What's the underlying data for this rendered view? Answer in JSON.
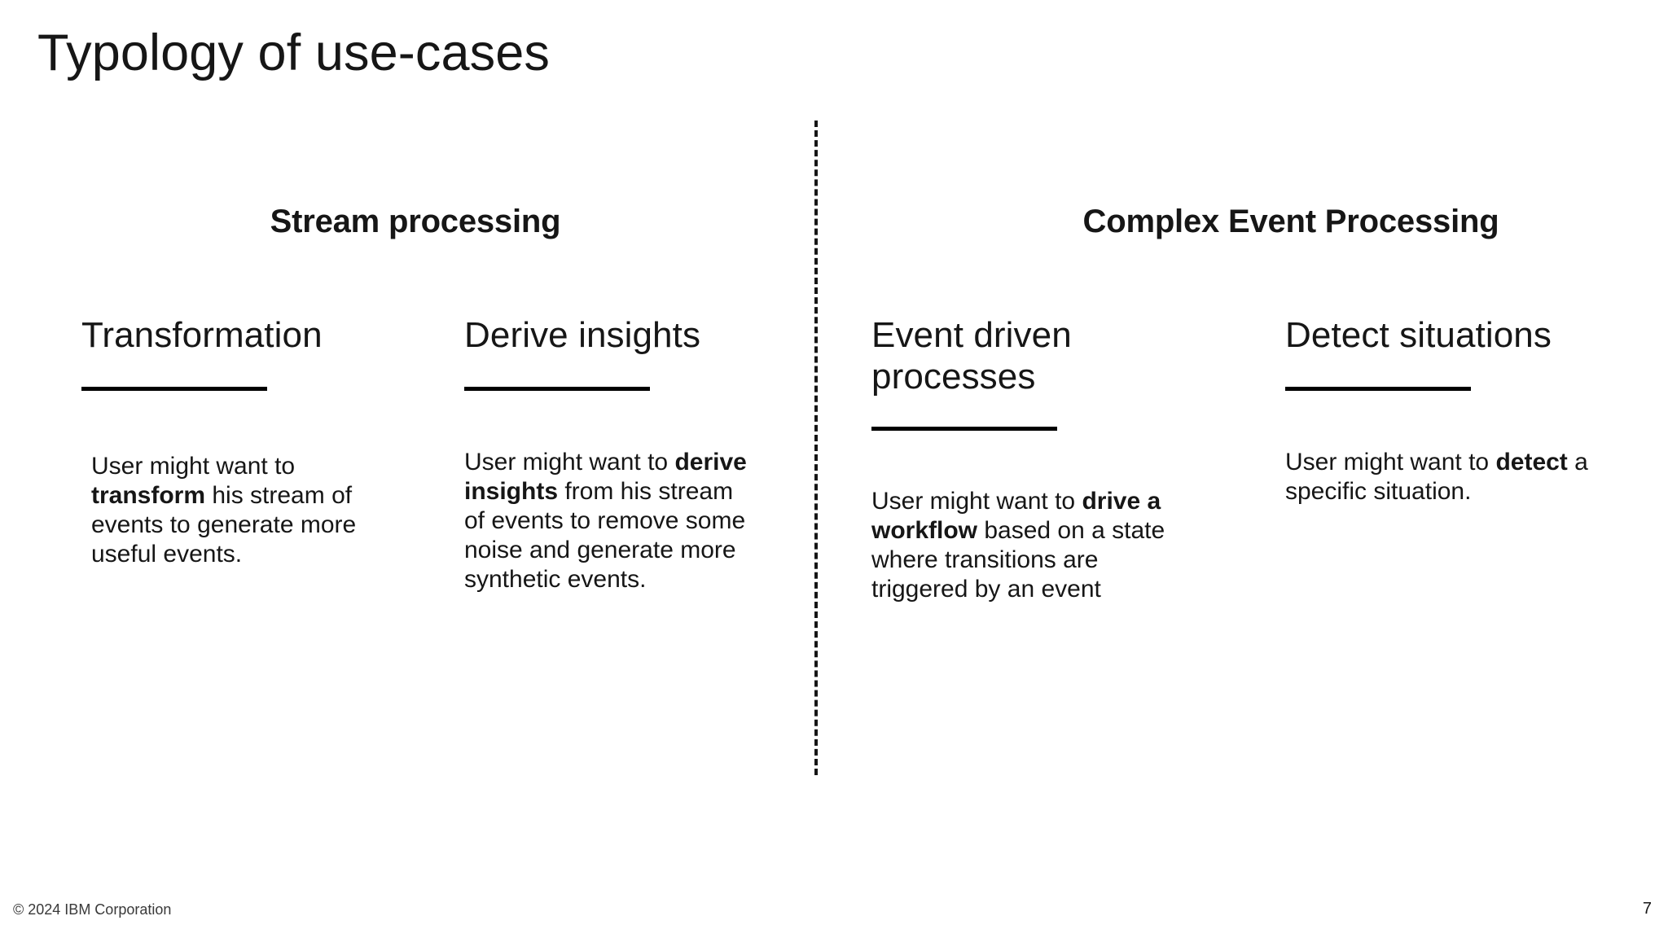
{
  "slide": {
    "title": "Typology of use-cases",
    "background_color": "#ffffff",
    "text_color": "#161616",
    "rule_color": "#000000"
  },
  "sections": [
    {
      "id": "stream-processing",
      "label": "Stream processing"
    },
    {
      "id": "complex-event-processing",
      "label": "Complex Event Processing"
    }
  ],
  "columns": [
    {
      "id": "transformation",
      "heading": "Transformation",
      "body_lead": "User might want to ",
      "body_keyword": "transform",
      "body_tail": " his stream of events to generate more useful events."
    },
    {
      "id": "derive-insights",
      "heading": "Derive insights",
      "body_lead": "User might want to ",
      "body_keyword": "derive insights",
      "body_tail": " from his stream of events to remove some noise and generate more synthetic events."
    },
    {
      "id": "event-driven-processes",
      "heading": "Event driven processes",
      "body_lead": "User might want to ",
      "body_keyword": "drive a workflow",
      "body_tail": " based on a state where transitions are triggered by an event"
    },
    {
      "id": "detect-situations",
      "heading": "Detect situations",
      "body_lead": "User might want to ",
      "body_keyword": "detect",
      "body_tail": " a specific situation."
    }
  ],
  "footer": {
    "copyright": "© 2024 IBM Corporation",
    "page_number": "7"
  }
}
